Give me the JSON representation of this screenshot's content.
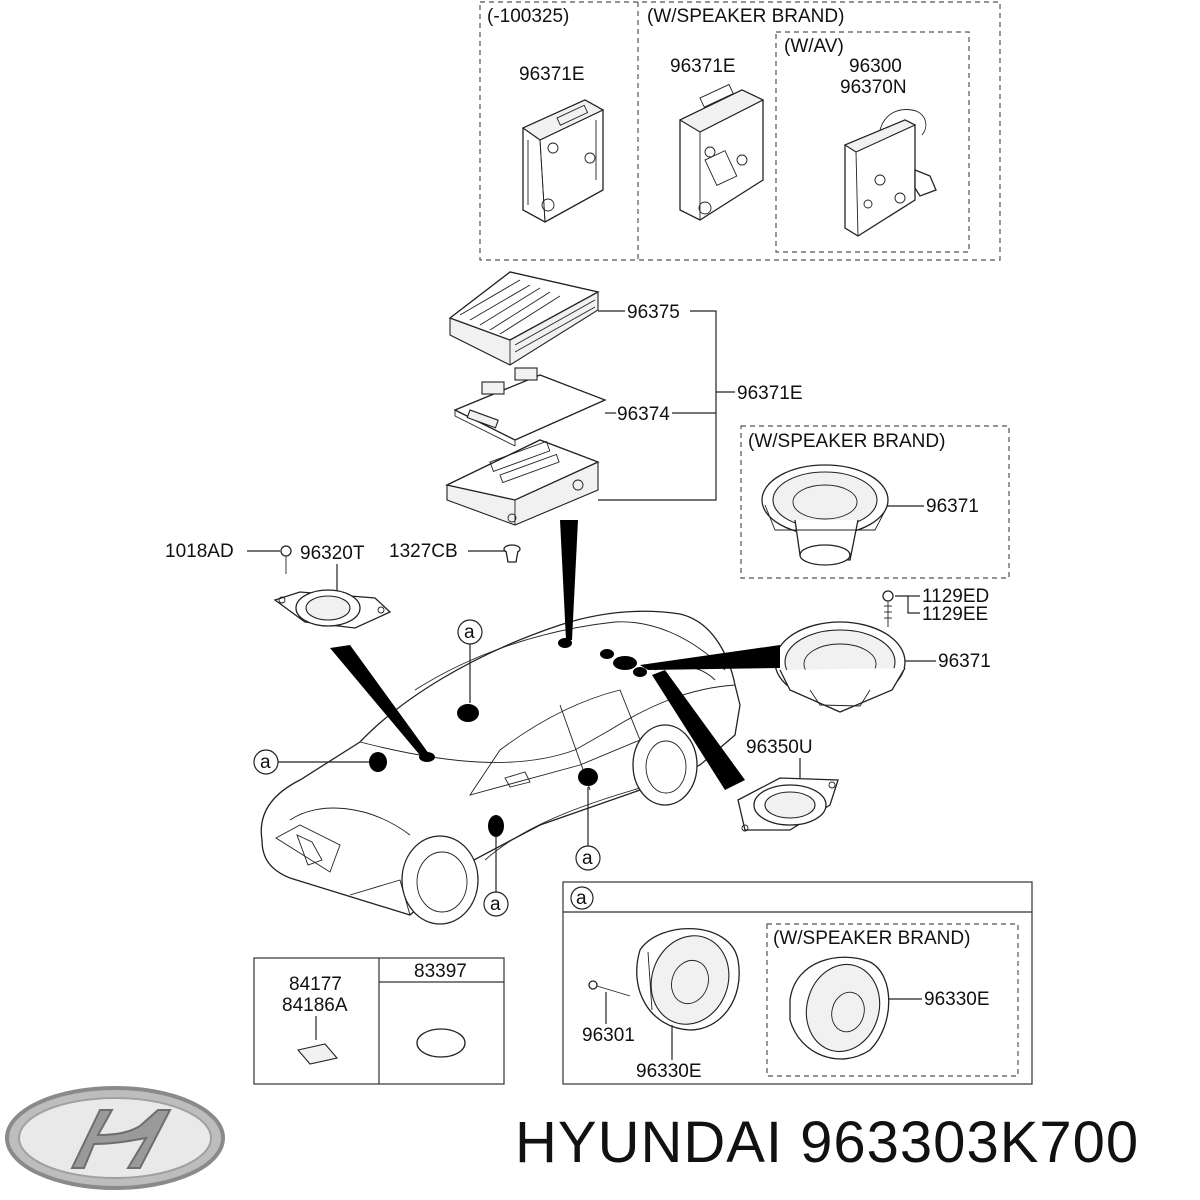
{
  "brand": "HYUNDAI",
  "part_number": "963303K700",
  "boxes": {
    "early_amp_note": "(-100325)",
    "speaker_brand_note": "(W/SPEAKER BRAND)",
    "av_note": "(W/AV)",
    "speaker_brand_box_note": "(W/SPEAKER BRAND)",
    "detail_a_speaker_brand_note": "(W/SPEAKER BRAND)"
  },
  "part_labels": {
    "amp_early": "96371E",
    "amp_brand": "96371E",
    "av_unit_1": "96300",
    "av_unit_2": "96370N",
    "amp_cover": "96375",
    "amp_assembly": "96371E",
    "amp_board": "96374",
    "brand_woofer": "96371",
    "screw_a": "1129ED",
    "screw_b": "1129EE",
    "rear_woofer": "96371",
    "front_screw": "1018AD",
    "tweeter": "96320T",
    "clip": "1327CB",
    "rear_tweeter": "96350U",
    "pad_1": "84177",
    "pad_2": "84186A",
    "pad_3": "83397",
    "door_screw": "96301",
    "door_speaker": "96330E",
    "door_speaker_brand": "96330E"
  },
  "callout_letter": "a",
  "colors": {
    "line": "#222222",
    "dash": "#555555",
    "logo_silver": "#9a9a9a"
  }
}
